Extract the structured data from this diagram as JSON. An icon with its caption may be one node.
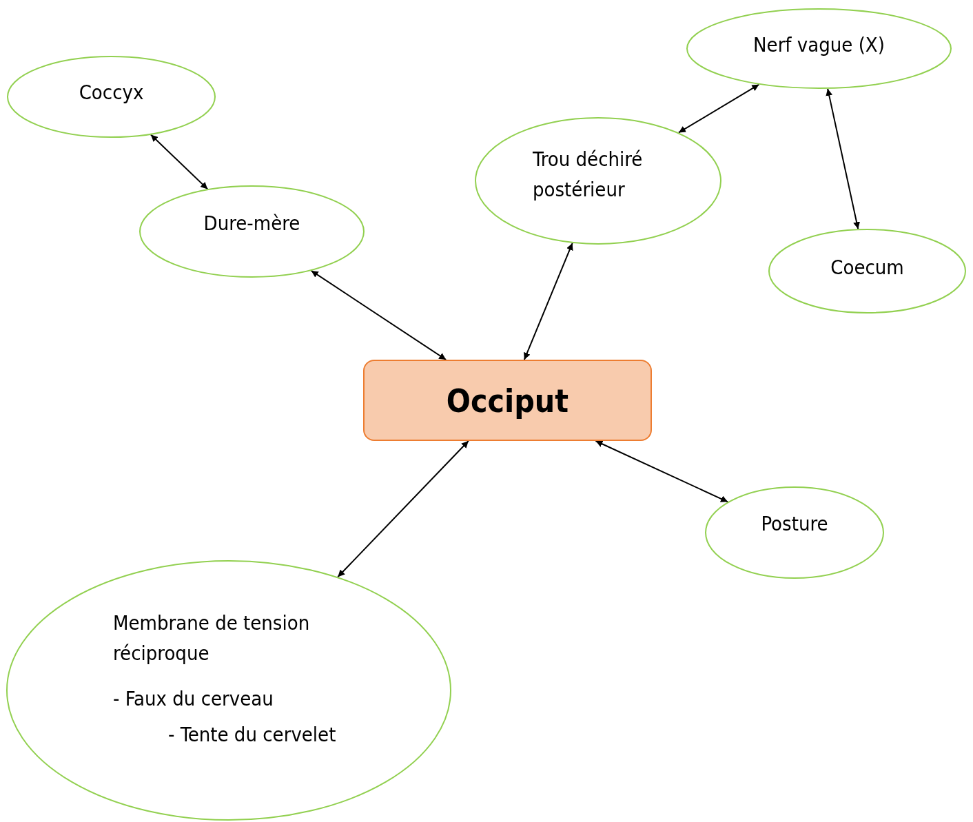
{
  "diagram": {
    "nodes": [
      {
        "text": [
          "Nerf vague (X)"
        ]
      },
      {
        "text": [
          "Coccyx"
        ]
      },
      {
        "text": [
          "Trou déchiré postérieur"
        ]
      },
      {
        "text": [
          "Dure-mère"
        ]
      },
      {
        "text": [
          "Coecum"
        ]
      },
      {
        "text": [
          "Occiput"
        ]
      },
      {
        "text": [
          "Posture"
        ]
      },
      {
        "text": [
          "Membrane de tension réciproque",
          "- Faux du cerveau",
          "- Tente du cervelet"
        ]
      }
    ],
    "edges": [
      {
        "from": 1,
        "to": 3,
        "arrow": "both"
      },
      {
        "from": 3,
        "to": 5,
        "arrow": "both"
      },
      {
        "from": 2,
        "to": 5,
        "arrow": "both"
      },
      {
        "from": 2,
        "to": 0,
        "arrow": "both"
      },
      {
        "from": 0,
        "to": 4,
        "arrow": "both"
      },
      {
        "from": 5,
        "to": 6,
        "arrow": "both"
      },
      {
        "from": 5,
        "to": 7,
        "arrow": "both"
      }
    ]
  }
}
